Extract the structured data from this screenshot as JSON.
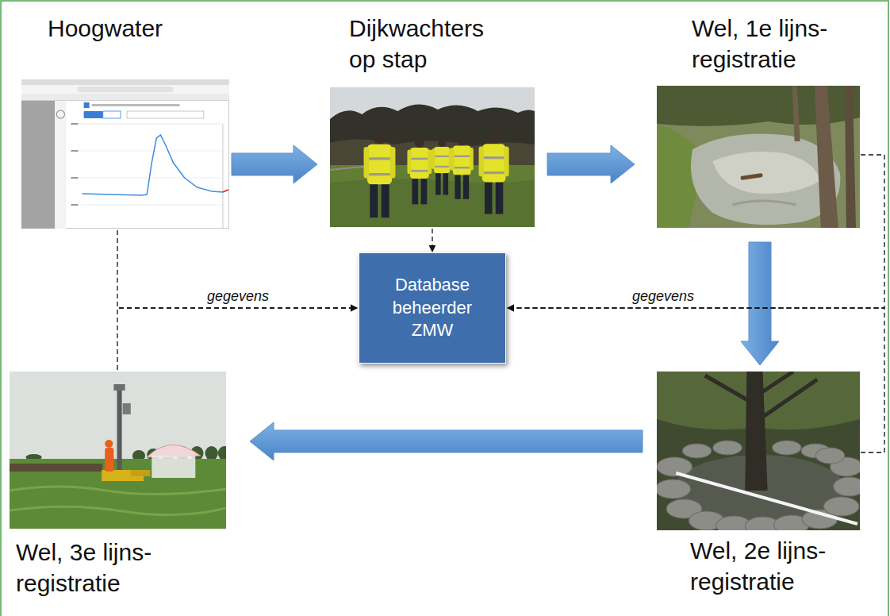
{
  "diagram": {
    "nodes": [
      {
        "text": [
          "Hoogwater"
        ]
      },
      {
        "text": [
          "Dijkwachters op stap"
        ]
      },
      {
        "text": [
          "Wel, 1e lijns- registratie"
        ]
      },
      {
        "text": [
          "Database beheerder ZMW"
        ]
      },
      {
        "text": [
          "Wel, 2e lijns- registratie"
        ]
      },
      {
        "text": [
          "Wel, 3e lijns- registratie"
        ]
      }
    ],
    "edges": [
      {
        "from": 0,
        "to": 1,
        "arrow": "to"
      },
      {
        "from": 1,
        "to": 2,
        "arrow": "to"
      },
      {
        "from": 2,
        "to": 4,
        "arrow": "to"
      },
      {
        "from": 4,
        "to": 5,
        "arrow": "to"
      },
      {
        "from": 1,
        "to": 3,
        "arrow": "to"
      },
      {
        "from": 0,
        "to": 3,
        "label": "gegevens",
        "arrow": "to"
      },
      {
        "from": 5,
        "to": 3,
        "arrow": "to"
      },
      {
        "from": 2,
        "to": 3,
        "label": "gegevens",
        "arrow": "to"
      },
      {
        "from": 4,
        "to": 3,
        "arrow": "to"
      }
    ]
  }
}
